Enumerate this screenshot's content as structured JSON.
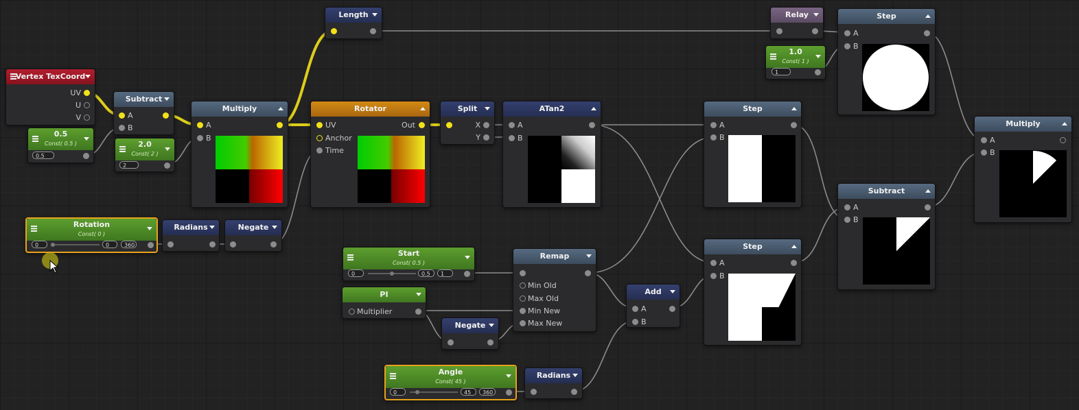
{
  "colors": {
    "wire": "#8c8c8c",
    "wire_vec": "#f2e11a",
    "selection": "#e8a21b",
    "canvas": "#222223"
  },
  "nodes": {
    "vertex_texcoord": {
      "title": "Vertex TexCoord",
      "outputs": [
        "UV",
        "U",
        "V"
      ]
    },
    "const_05": {
      "title": "0.5",
      "subtitle": "Const( 0.5 )",
      "value": "0.5"
    },
    "subtract1": {
      "title": "Subtract",
      "inputs": [
        "A",
        "B"
      ]
    },
    "const_20": {
      "title": "2.0",
      "subtitle": "Const( 2 )",
      "value": "2"
    },
    "multiply1": {
      "title": "Multiply",
      "inputs": [
        "A",
        "B"
      ]
    },
    "length": {
      "title": "Length"
    },
    "rotator": {
      "title": "Rotator",
      "inputs": [
        "UV",
        "Anchor",
        "Time"
      ],
      "output": "Out"
    },
    "split": {
      "title": "Split",
      "outputs": [
        "X",
        "Y"
      ]
    },
    "atan2": {
      "title": "ATan2",
      "inputs": [
        "A",
        "B"
      ]
    },
    "relay": {
      "title": "Relay"
    },
    "const_10": {
      "title": "1.0",
      "subtitle": "Const( 1 )",
      "value": "1"
    },
    "step_top": {
      "title": "Step",
      "inputs": [
        "A",
        "B"
      ]
    },
    "step_mid": {
      "title": "Step",
      "inputs": [
        "A",
        "B"
      ]
    },
    "step_bot": {
      "title": "Step",
      "inputs": [
        "A",
        "B"
      ]
    },
    "subtract2": {
      "title": "Subtract",
      "inputs": [
        "A",
        "B"
      ]
    },
    "multiply2": {
      "title": "Multiply",
      "inputs": [
        "A",
        "B"
      ]
    },
    "rotation": {
      "title": "Rotation",
      "subtitle": "Const( 0 )",
      "min": "0",
      "value": "0",
      "max": "360"
    },
    "radians1": {
      "title": "Radians"
    },
    "negate1": {
      "title": "Negate"
    },
    "start": {
      "title": "Start",
      "subtitle": "Const( 0.5 )",
      "min": "0",
      "value": "0.5",
      "max": "1"
    },
    "pi": {
      "title": "PI",
      "inputs": [
        "Multiplier"
      ]
    },
    "negate2": {
      "title": "Negate"
    },
    "remap": {
      "title": "Remap",
      "inputs": [
        "Min Old",
        "Max Old",
        "Min New",
        "Max New"
      ]
    },
    "add": {
      "title": "Add",
      "inputs": [
        "A",
        "B"
      ]
    },
    "angle": {
      "title": "Angle",
      "subtitle": "Const( 45 )",
      "min": "0",
      "value": "45",
      "max": "360"
    },
    "radians2": {
      "title": "Radians"
    }
  }
}
